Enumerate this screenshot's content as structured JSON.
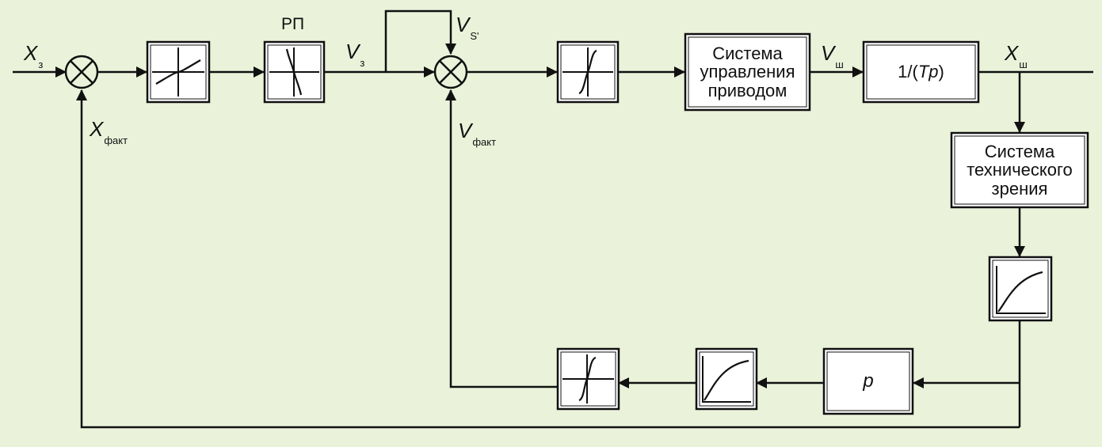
{
  "colors": {
    "background": "#eaf3da",
    "block_fill": "#ffffff",
    "stroke": "#111111"
  },
  "labels": {
    "x_z": {
      "main": "X",
      "sub": "з"
    },
    "x_fact": {
      "main": "X",
      "sub": "факт"
    },
    "rp": "РП",
    "v_z": {
      "main": "V",
      "sub": "з"
    },
    "v_s": {
      "main": "V",
      "sub": "S'"
    },
    "v_fact": {
      "main": "V",
      "sub": "факт"
    },
    "v_sh": {
      "main": "V",
      "sub": "ш"
    },
    "x_sh": {
      "main": "X",
      "sub": "ш"
    }
  },
  "blocks": {
    "drive_control": {
      "lines": [
        "Система",
        "управления",
        "приводом"
      ]
    },
    "integrator": {
      "prefix": "1/(",
      "var": "Tp",
      "suffix": ")"
    },
    "vision_system": {
      "lines": [
        "Система",
        "технического",
        "зрения"
      ]
    },
    "differentiator": {
      "text": "p"
    }
  }
}
